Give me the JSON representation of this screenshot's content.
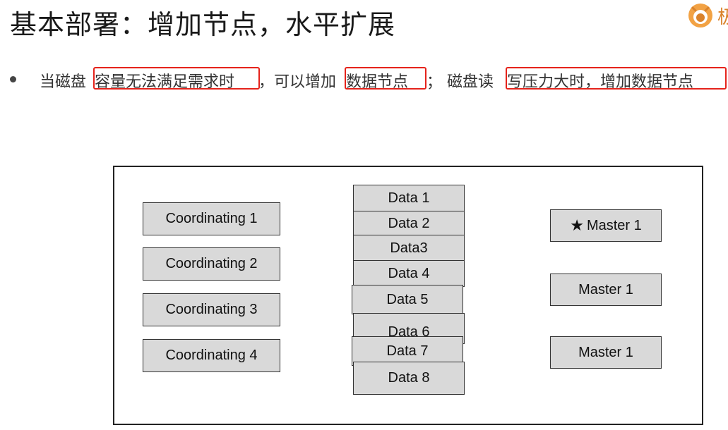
{
  "slide": {
    "title": "基本部署：增加节点，水平扩展",
    "logo_text": "极"
  },
  "bullet": {
    "parts": [
      "当磁盘",
      "容量无法满足需求时",
      "，可以增加",
      "数据节点",
      "；  磁盘读",
      "写压力大时，增加数据节点"
    ]
  },
  "diagram": {
    "coordinating": [
      "Coordinating 1",
      "Coordinating 2",
      "Coordinating 3",
      "Coordinating 4"
    ],
    "data": [
      "Data 1",
      "Data  2",
      "Data3",
      "Data  4",
      "Data  5",
      "Data 6",
      "Data  7",
      "Data  8"
    ],
    "master": [
      "Master 1",
      "Master 1",
      "Master 1"
    ],
    "star_glyph": "★"
  },
  "colors": {
    "highlight_border": "#e5231b",
    "node_fill": "#d9d9d9"
  }
}
